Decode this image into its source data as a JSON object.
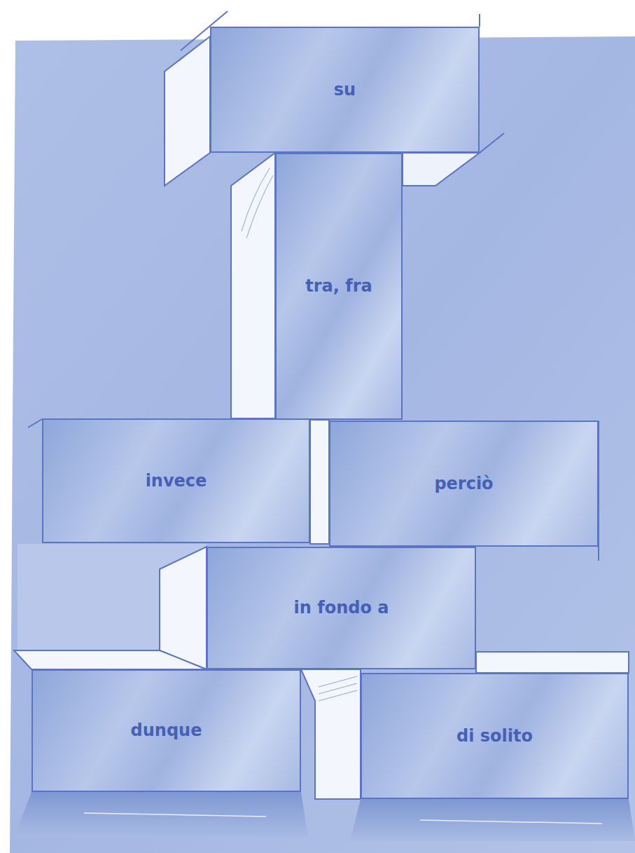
{
  "diagram": {
    "nodes": [
      {
        "text": [
          "su"
        ]
      },
      {
        "text": [
          "tra, fra"
        ]
      },
      {
        "text": [
          "invece"
        ]
      },
      {
        "text": [
          "perciò"
        ]
      },
      {
        "text": [
          "in fondo a"
        ]
      },
      {
        "text": [
          "dunque"
        ]
      },
      {
        "text": [
          "di solito"
        ]
      }
    ]
  }
}
